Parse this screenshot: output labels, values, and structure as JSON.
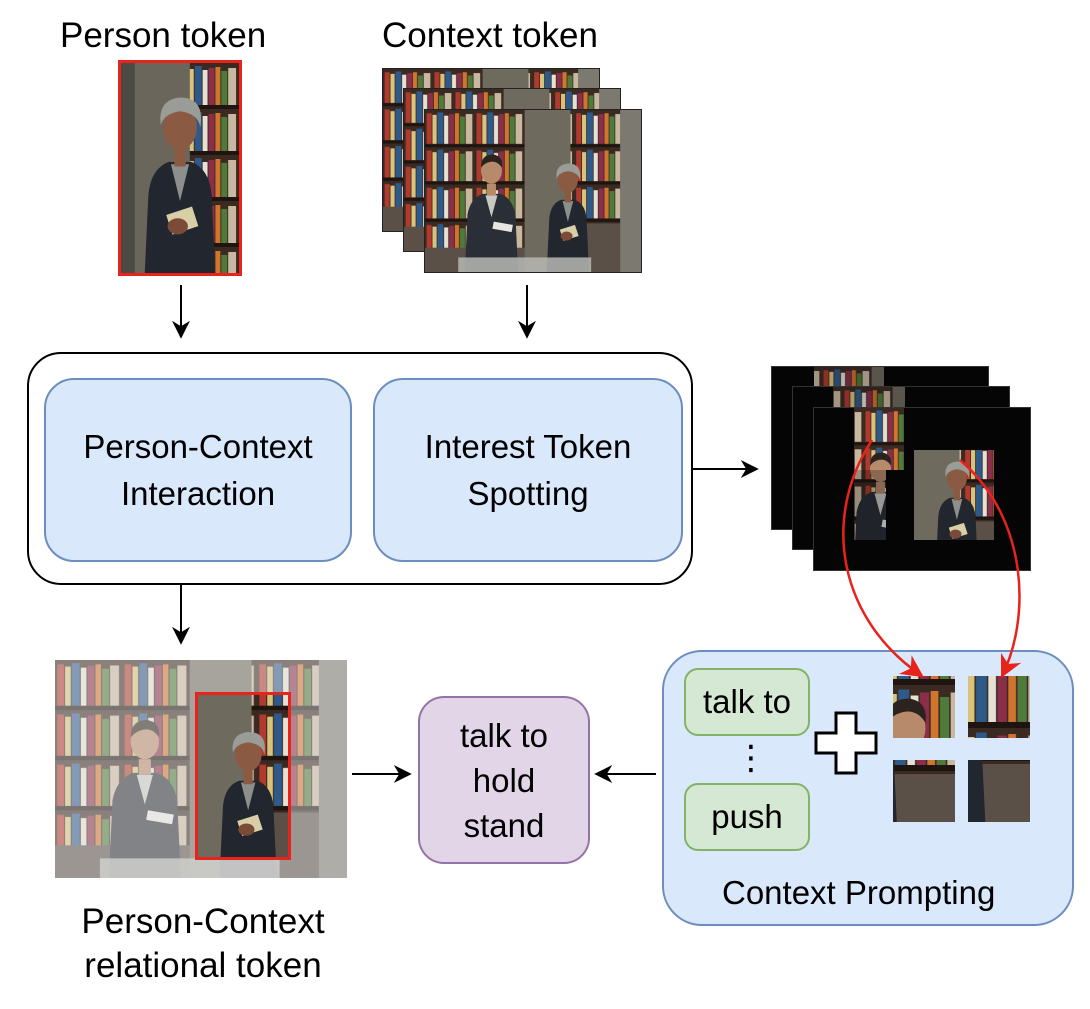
{
  "labels": {
    "person_token": "Person token",
    "context_token": "Context token",
    "relational_line1": "Person-Context",
    "relational_line2": "relational token"
  },
  "modules": {
    "interaction_line1": "Person-Context",
    "interaction_line2": "Interaction",
    "spotting_line1": "Interest Token",
    "spotting_line2": "Spotting"
  },
  "prompting": {
    "title": "Context Prompting",
    "first_prompt": "talk to",
    "ellipsis": "⋮",
    "last_prompt": "push"
  },
  "predictions": [
    "talk to",
    "hold",
    "stand"
  ],
  "colors": {
    "module_fill": "#dae8fc",
    "module_border": "#6c8ebf",
    "prompt_fill": "#d5e8d4",
    "prompt_border": "#82b366",
    "output_fill": "#e1d5e7",
    "output_border": "#9673a6",
    "highlight_red": "#e8231c"
  },
  "icons": {
    "plus": "plus-icon"
  }
}
